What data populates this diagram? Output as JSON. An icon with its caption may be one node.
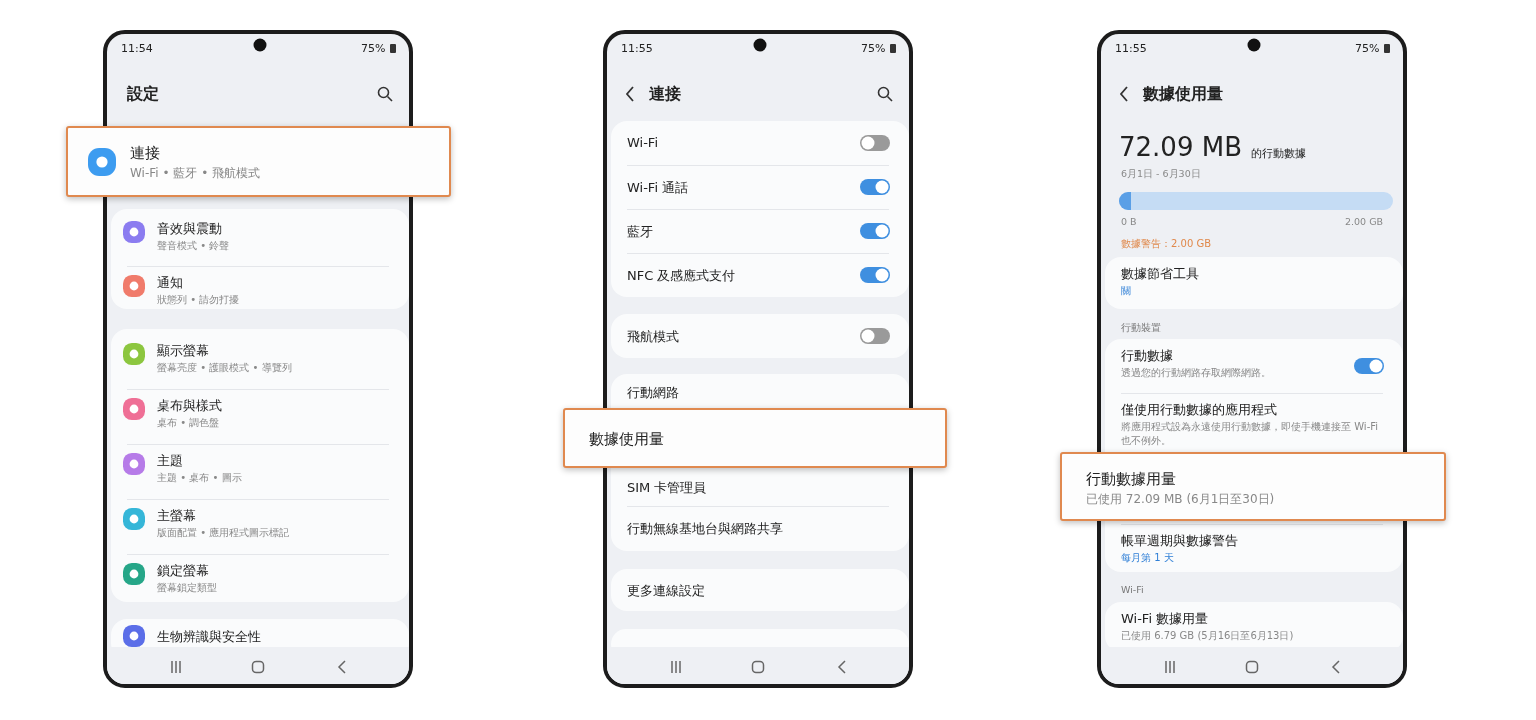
{
  "diagram": {
    "nodes": [
      {
        "text": [
          "設定"
        ]
      },
      {
        "text": [
          "連接",
          "Wi-Fi • 藍牙 • 飛航模式"
        ]
      },
      {
        "text": [
          "音效與震動",
          "聲音模式 • 鈴聲"
        ],
        "in": 0
      },
      {
        "text": [
          "通知",
          "狀態列 • 請勿打擾"
        ],
        "in": 0
      },
      {
        "text": [
          "顯示螢幕",
          "螢幕亮度 • 護眼模式 • 導覽列"
        ],
        "in": 0
      },
      {
        "text": [
          "桌布與樣式",
          "桌布 • 調色盤"
        ],
        "in": 0
      },
      {
        "text": [
          "主題",
          "主題 • 桌布 • 圖示"
        ],
        "in": 0
      },
      {
        "text": [
          "主螢幕",
          "版面配置 • 應用程式圖示標記"
        ],
        "in": 0
      },
      {
        "text": [
          "鎖定螢幕",
          "螢幕鎖定類型"
        ],
        "in": 0
      },
      {
        "text": [
          "生物辨識與安全性"
        ],
        "in": 0
      },
      {
        "text": [
          "連接"
        ]
      },
      {
        "text": [
          "Wi-Fi"
        ],
        "in": 10
      },
      {
        "text": [
          "Wi-Fi 通話"
        ],
        "in": 10
      },
      {
        "text": [
          "藍牙"
        ],
        "in": 10
      },
      {
        "text": [
          "NFC 及感應式支付"
        ],
        "in": 10
      },
      {
        "text": [
          "飛航模式"
        ],
        "in": 10
      },
      {
        "text": [
          "行動網路"
        ],
        "in": 10
      },
      {
        "text": [
          "數據使用量"
        ]
      },
      {
        "text": [
          "SIM 卡管理員"
        ],
        "in": 10
      },
      {
        "text": [
          "行動無線基地台與網路共享"
        ],
        "in": 10
      },
      {
        "text": [
          "更多連線設定"
        ],
        "in": 10
      },
      {
        "text": [
          "數據使用量"
        ]
      },
      {
        "text": [
          "數據節省工具",
          "關"
        ],
        "in": 21
      },
      {
        "text": [
          "行動數據",
          "透過您的行動網路存取網際網路。"
        ],
        "in": 21
      },
      {
        "text": [
          "僅使用行動數據的應用程式",
          "將應用程式設為永遠使用行動數據，即使手機連接至 Wi-Fi 也不例外。"
        ],
        "in": 21
      },
      {
        "text": [
          "行動數據用量",
          "已使用 72.09 MB (6月1日至30日)"
        ]
      },
      {
        "text": [
          "帳單週期與數據警告",
          "每月第 1 天"
        ],
        "in": 21
      },
      {
        "text": [
          "Wi-Fi 數據用量",
          "已使用 6.79 GB (5月16日至6月13日)"
        ],
        "in": 21
      }
    ],
    "labels": [
      "11:54",
      "75%",
      "11:55",
      "75%",
      "11:55",
      "75%",
      "72.09 MB",
      "的行動數據",
      "6月1日 - 6月30日",
      "0 B",
      "2.00 GB",
      "數據警告：2.00 GB",
      "行動裝置",
      "Wi-Fi"
    ]
  }
}
